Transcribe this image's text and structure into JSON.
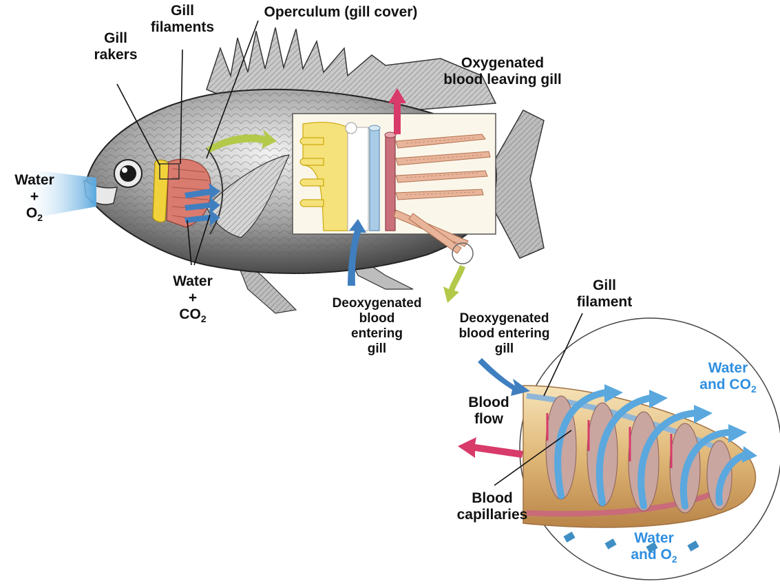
{
  "labels": {
    "gill_rakers": [
      "Gill",
      "rakers"
    ],
    "gill_filaments": [
      "Gill",
      "filaments"
    ],
    "operculum": "Operculum (gill cover)",
    "oxygenated": [
      "Oxygenated",
      "blood leaving gill"
    ],
    "water_in": {
      "line1": "Water",
      "line2": "+",
      "o": "O",
      "sub": "2"
    },
    "water_out": {
      "line1": "Water",
      "line2": "+",
      "co": "CO",
      "sub": "2"
    },
    "deoxy_left": [
      "Deoxygenated",
      "blood",
      "entering",
      "gill"
    ],
    "deoxy_right": [
      "Deoxygenated",
      "blood entering",
      "gill"
    ],
    "gill_filament": [
      "Gill",
      "filament"
    ],
    "water_co2": {
      "line1": "Water",
      "line2": "and CO",
      "sub": "2"
    },
    "blood_flow": [
      "Blood",
      "flow"
    ],
    "blood_capillaries": [
      "Blood",
      "capillaries"
    ],
    "water_o2": {
      "line1": "Water",
      "line2": "and O",
      "sub": "2"
    }
  },
  "colors": {
    "label_black": "#111111",
    "label_blue": "#2f8fe0",
    "water_arrow": "#5aa8de",
    "blood_arrow_red": "#d83a6a",
    "gill_arrow_green": "#a8c43a"
  }
}
